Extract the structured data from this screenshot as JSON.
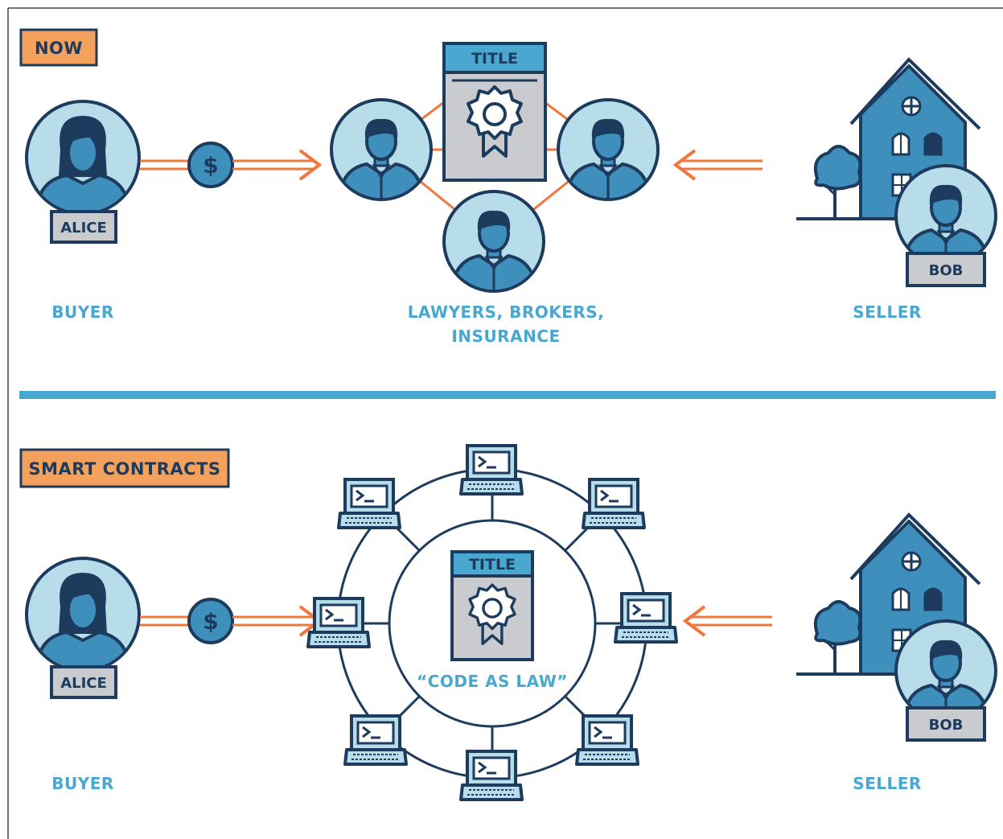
{
  "now_section": {
    "tag": "NOW",
    "buyer": {
      "name": "ALICE",
      "role": "BUYER"
    },
    "intermediaries": {
      "title_doc": "TITLE",
      "role_line1": "LAWYERS, BROKERS,",
      "role_line2": "INSURANCE"
    },
    "seller": {
      "name": "BOB",
      "role": "SELLER"
    }
  },
  "smart_section": {
    "tag": "SMART CONTRACTS",
    "buyer": {
      "name": "ALICE",
      "role": "BUYER"
    },
    "network": {
      "title_doc": "TITLE",
      "caption": "“CODE AS LAW”"
    },
    "seller": {
      "name": "BOB",
      "role": "SELLER"
    }
  },
  "colors": {
    "navy": "#1d3b5c",
    "mid_blue": "#3f8fbd",
    "light_blue": "#b7dcea",
    "accent_blue": "#4aa7cf",
    "orange": "#f0773e",
    "tag_orange": "#f4a15d",
    "gray": "#c9cbce"
  },
  "icons": [
    "person-icon",
    "dollar-coin-icon",
    "title-deed-icon",
    "ribbon-seal-icon",
    "house-icon",
    "tree-icon",
    "laptop-icon",
    "terminal-prompt-icon"
  ]
}
